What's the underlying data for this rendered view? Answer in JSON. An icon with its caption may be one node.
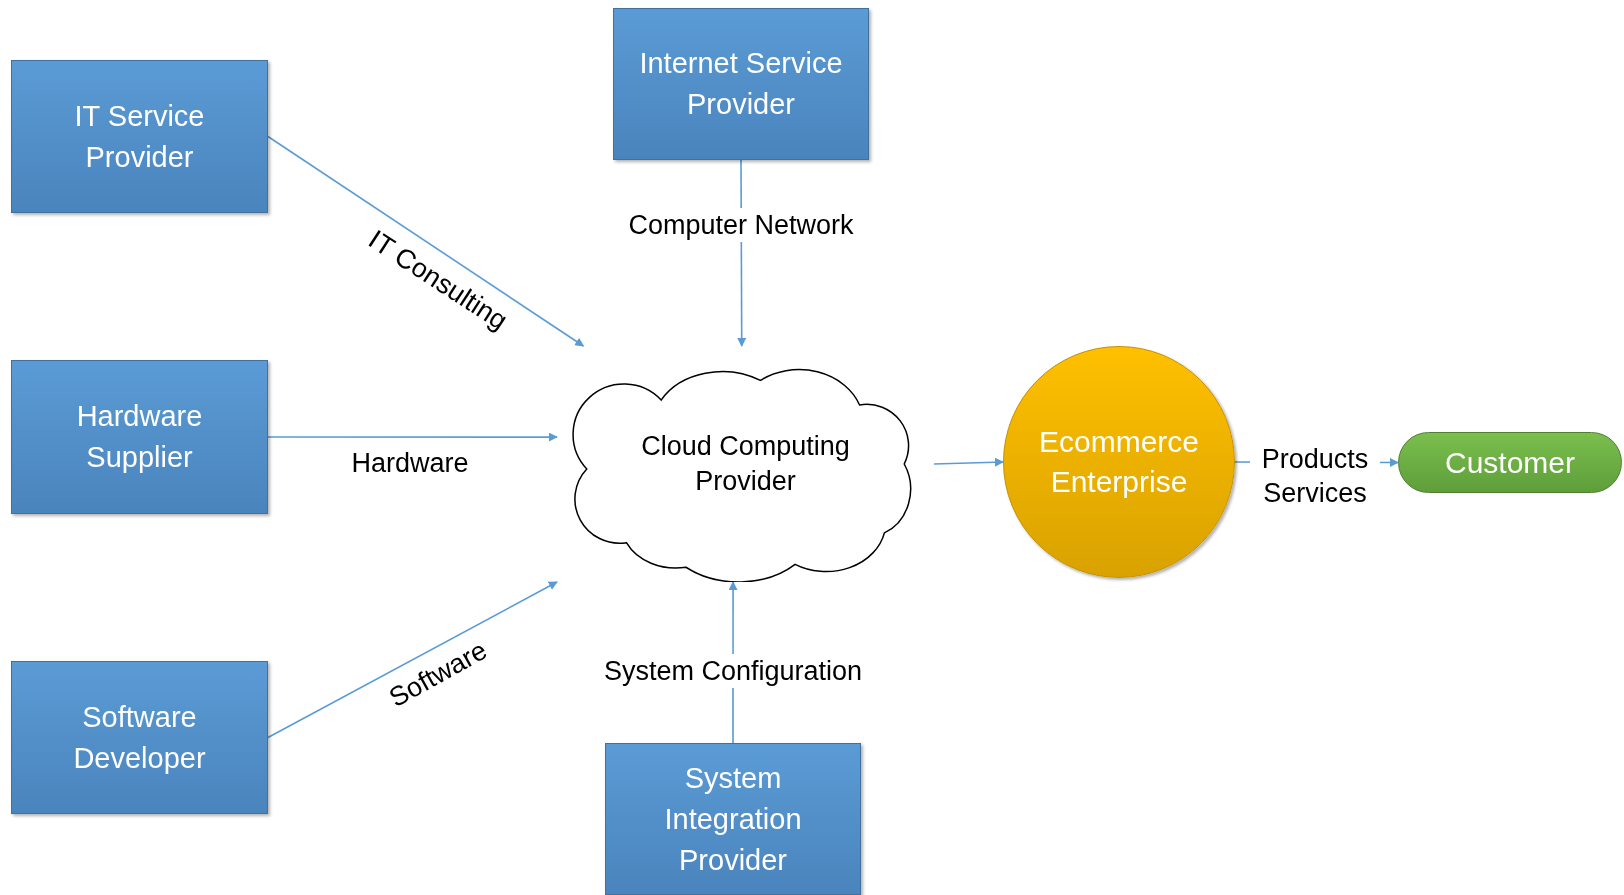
{
  "diagram": {
    "nodes": [
      {
        "text": [
          "IT Service Provider"
        ]
      },
      {
        "text": [
          "Internet Service Provider"
        ]
      },
      {
        "text": [
          "Hardware Supplier"
        ]
      },
      {
        "text": [
          "Cloud Computing Provider"
        ]
      },
      {
        "text": [
          "Ecommerce Enterprise"
        ]
      },
      {
        "text": [
          "Customer"
        ]
      },
      {
        "text": [
          "Software Developer"
        ]
      },
      {
        "text": [
          "System Integration Provider"
        ]
      }
    ],
    "edges": [
      {
        "from": 0,
        "to": 3,
        "arrow": "to",
        "label": "IT Consulting"
      },
      {
        "from": 1,
        "to": 3,
        "arrow": "to",
        "label": "Computer Network"
      },
      {
        "from": 2,
        "to": 3,
        "arrow": "to",
        "label": "Hardware"
      },
      {
        "from": 6,
        "to": 3,
        "arrow": "to",
        "label": "Software"
      },
      {
        "from": 7,
        "to": 3,
        "arrow": "to",
        "label": "System Configuration"
      },
      {
        "from": 3,
        "to": 4,
        "arrow": "to"
      },
      {
        "from": 4,
        "to": 5,
        "arrow": "to",
        "label": "Products Services"
      }
    ]
  }
}
